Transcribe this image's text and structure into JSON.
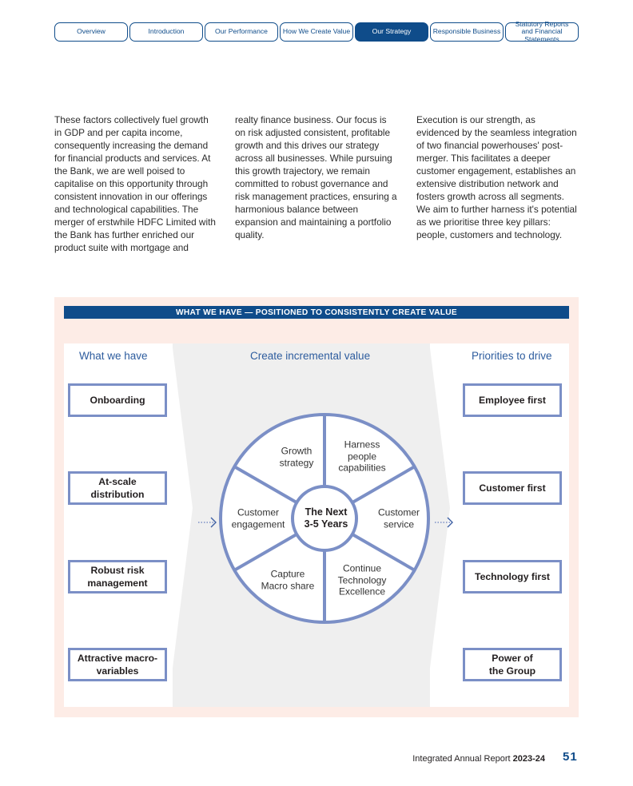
{
  "nav": {
    "tabs": [
      {
        "label": "Overview",
        "active": false
      },
      {
        "label": "Introduction",
        "active": false
      },
      {
        "label": "Our Performance",
        "active": false
      },
      {
        "label": "How We Create Value",
        "active": false
      },
      {
        "label": "Our Strategy",
        "active": true
      },
      {
        "label": "Responsible Business",
        "active": false
      },
      {
        "label": "Statutory Reports and Financial Statements",
        "active": false
      }
    ]
  },
  "body": {
    "col1": "These factors collectively fuel growth in GDP and per capita income, consequently increasing the demand for financial products and services. At the Bank, we are well poised to capitalise on this opportunity through consistent innovation in our offerings and technological capabilities. The merger of erstwhile HDFC Limited with the Bank has further enriched our product suite with mortgage and",
    "col2": "realty finance business. Our focus is on risk adjusted consistent, profitable growth and this drives our strategy across all businesses. While pursuing this growth trajectory, we remain committed to robust governance and risk management practices, ensuring a harmonious balance between expansion and maintaining a portfolio quality.",
    "col3": "Execution is our strength, as evidenced by the seamless integration of two financial powerhouses' post-merger. This facilitates a deeper customer engagement, establishes an extensive distribution network and fosters growth across all segments. We aim to further harness it's potential as we prioritise three key pillars: people, customers and technology."
  },
  "framework": {
    "banner": "WHAT WE HAVE — POSITIONED TO CONSISTENTLY CREATE VALUE",
    "left_heading": "What we have",
    "center_heading": "Create incremental value",
    "right_heading": "Priorities to drive",
    "left_boxes": [
      "Onboarding",
      "At-scale distribution",
      "Robust risk management",
      "Attractive macro-variables"
    ],
    "right_boxes": [
      "Employee first",
      "Customer first",
      "Technology first",
      "Power of the Group"
    ],
    "wheel": {
      "hub": "The Next 3-5 Years",
      "segments": [
        "Growth strategy",
        "Harness people capabilities",
        "Customer service",
        "Continue Technology Excellence",
        "Capture Macro share",
        "Customer engagement"
      ]
    },
    "colors": {
      "brand": "#0f4c8a",
      "accent": "#7b8fc6",
      "panel": "#fdece6",
      "heading": "#2d5c9e"
    }
  },
  "footer": {
    "report": "Integrated Annual Report",
    "year": "2023-24",
    "page": "51"
  }
}
